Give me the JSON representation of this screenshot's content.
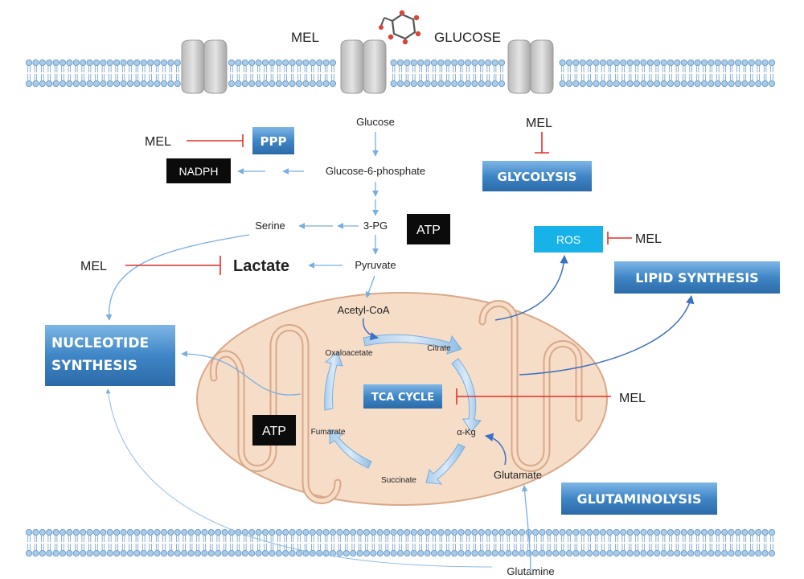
{
  "title_left": "MEL",
  "title_right": "GLUCOSE",
  "pathway": {
    "glucose": "Glucose",
    "g6p": "Glucose-6-phosphate",
    "pg3": "3-PG",
    "serine": "Serine",
    "pyruvate": "Pyruvate",
    "lactate": "Lactate",
    "acetyl_coa": "Acetyl-CoA",
    "glutamate": "Glutamate",
    "glutamine": "Glutamine"
  },
  "tca": {
    "oxaloacetate": "Oxaloacetate",
    "citrate": "Citrate",
    "akg": "α-Kg",
    "succinate": "Succinate",
    "fumarate": "Fumarate",
    "cycle_label": "TCA CYCLE"
  },
  "boxes": {
    "ppp": "PPP",
    "nadph": "NADPH",
    "glycolysis": "GLYCOLYSIS",
    "atp_top": "ATP",
    "atp_bottom": "ATP",
    "ros": "ROS",
    "lipid_synthesis": "LIPID SYNTHESIS",
    "nucleotide_line1": "NUCLEOTIDE",
    "nucleotide_line2": "SYNTHESIS",
    "glutaminolysis": "GLUTAMINOLYSIS"
  },
  "inhibitor": {
    "ppp": "MEL",
    "glycolysis": "MEL",
    "lactate": "MEL",
    "ros": "MEL",
    "tca": "MEL"
  },
  "colors": {
    "membrane_head": "#a9cde8",
    "membrane_head_stroke": "#5b8fc4",
    "mito_fill": "#f6ddc7",
    "mito_stroke": "#d9a88a",
    "arrow_blue": "#5b8fd0",
    "inhibit_red": "#e0302a",
    "blue_box": "#3f86c6",
    "ros_box": "#17b3e8"
  }
}
